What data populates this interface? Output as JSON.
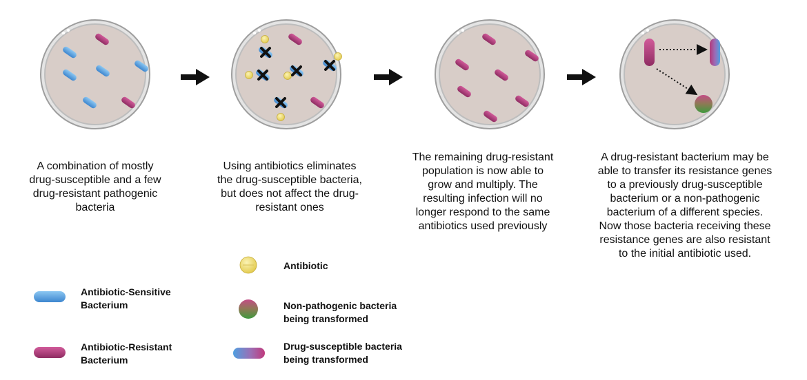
{
  "steps": [
    {
      "caption": "A combination of mostly\ndrug-susceptible and a few\ndrug-resistant pathogenic\nbacteria"
    },
    {
      "caption": "Using antibiotics eliminates\nthe drug-susceptible bacteria,\nbut does not affect the drug-\nresistant ones"
    },
    {
      "caption": "The remaining drug-resistant\npopulation is now able to\ngrow and multiply. The\nresulting infection will no\nlonger respond to the same\nantibiotics used previously"
    },
    {
      "caption": "A drug-resistant bacterium may be\nable to transfer its resistance genes\nto a previously drug-susceptible\nbacterium or a non-pathogenic\nbacterium of a different species.\nNow those bacteria receiving these\nresistance genes are also resistant\nto the initial antibiotic used."
    }
  ],
  "legend": {
    "sensitive": "Antibiotic-Sensitive\nBacterium",
    "resistant": "Antibiotic-Resistant\nBacterium",
    "antibiotic": "Antibiotic",
    "nonpathogenic": "Non-pathogenic bacteria\nbeing transformed",
    "drug_susceptible": "Drug-susceptible bacteria\nbeing transformed"
  },
  "colors": {
    "sensitive": "#4f9fe0",
    "resistant": "#b2397a",
    "antibiotic": "#ecd86a",
    "dish_fill": "#d8cdc8",
    "dish_rim": "#c9c9c9",
    "green": "#4c9a45"
  }
}
